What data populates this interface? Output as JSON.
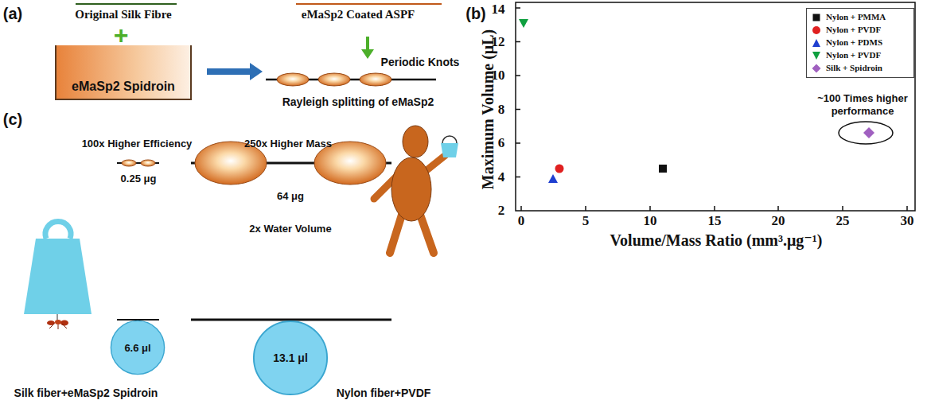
{
  "diagram": {
    "nodes": [
      {
        "text": [
          "Original Silk Fibre",
          "eMaSp2 Spidroin"
        ]
      },
      {
        "text": [
          "eMaSp2 Coated ASPF",
          "Rayleigh splitting of eMaSp2"
        ]
      },
      {
        "text": [
          "6.6 μl"
        ]
      },
      {
        "text": [
          "13.1 μl"
        ]
      }
    ],
    "edges": [
      {
        "from": 0,
        "to": 1,
        "arrow": "to"
      }
    ],
    "labels": [
      "(a)",
      "+",
      "Periodic Knots",
      "(b)",
      "Maximum Volume (μL)",
      "Volume/Mass Ratio (mm³.μg⁻¹)",
      "2",
      "4",
      "6",
      "8",
      "10",
      "12",
      "14",
      "0",
      "5",
      "10",
      "15",
      "20",
      "25",
      "30",
      "~100 Times higher performance",
      "(c)",
      "100x Higher Efficiency",
      "250x Higher Mass",
      "0.25 μg",
      "64 μg",
      "2x Water Volume",
      "Silk fiber+eMaSp2 Spidroin",
      "Nylon fiber+PVDF"
    ],
    "legend": [
      {
        "text": "Nylon + PMMA"
      },
      {
        "text": "Nylon + PVDF"
      },
      {
        "text": "Nylon + PDMS"
      },
      {
        "text": "Nylon + PVDF"
      },
      {
        "text": "Silk + Spidroin"
      }
    ]
  }
}
